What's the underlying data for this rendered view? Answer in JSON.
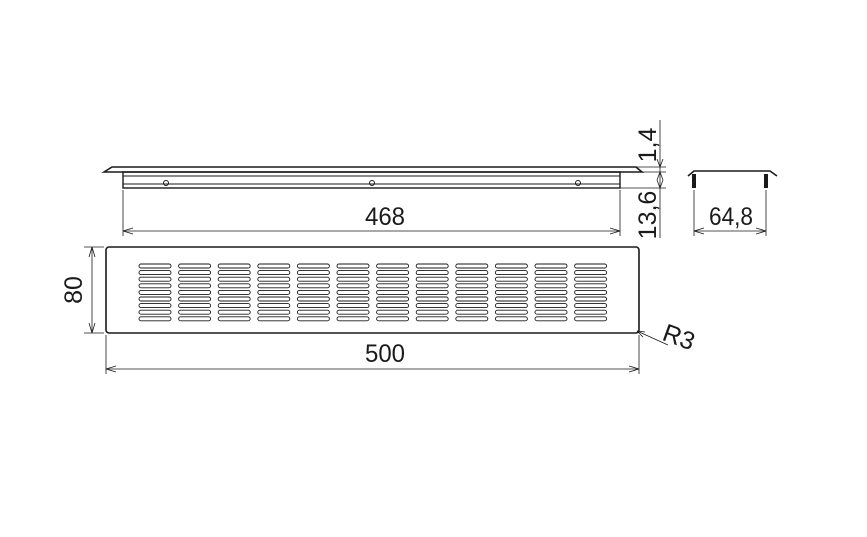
{
  "dimensions": {
    "length_inner": "468",
    "length_total": "500",
    "width": "80",
    "flange_thickness": "1,4",
    "body_height": "13,6",
    "profile_width": "64,8",
    "corner_radius": "R3"
  },
  "grille": {
    "slot_columns": 12,
    "slot_rows": 9
  },
  "colors": {
    "line": "#1a1a1a",
    "background": "#ffffff"
  }
}
